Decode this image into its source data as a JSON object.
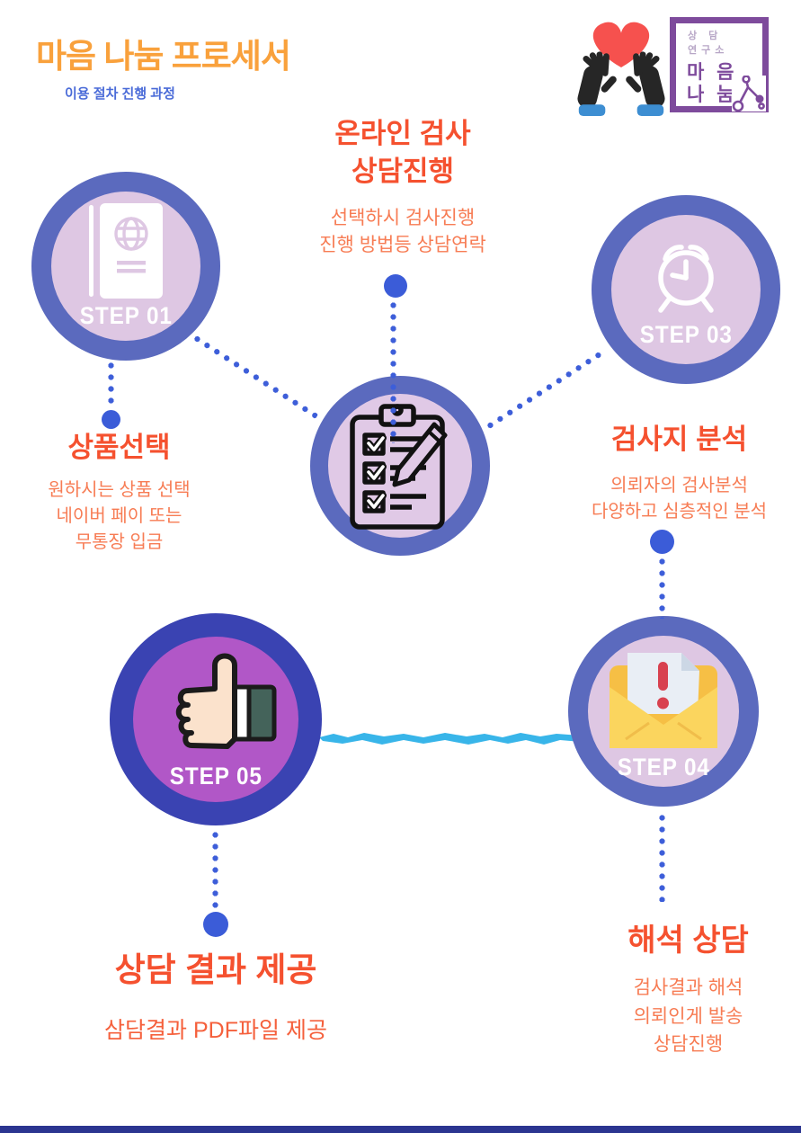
{
  "header": {
    "title": "마음 나눔 프로세서",
    "subtitle": "이용 절차 진행 과정"
  },
  "brand": {
    "icon": "hands-holding-heart-icon",
    "box_small": "상 담\n연구소",
    "box_big": "마 음\n나 눔",
    "accent_purple": "#7e4b9c",
    "heart_red": "#f6514e",
    "cuff_blue": "#3d8ed2"
  },
  "steps": {
    "step1": {
      "label": "STEP 01",
      "icon": "passport-book-icon"
    },
    "step2": {
      "icon": "clipboard-checklist-icon"
    },
    "step3": {
      "label": "STEP 03",
      "icon": "alarm-clock-icon"
    },
    "step4": {
      "label": "STEP 04",
      "icon": "envelope-alert-icon"
    },
    "step5": {
      "label": "STEP 05",
      "icon": "thumbs-up-icon"
    }
  },
  "labels": {
    "online_test": {
      "title_line1": "온라인 검사",
      "title_line2": "상담진행",
      "body_line1": "선택하시 검사진행",
      "body_line2": "진행 방법등 상담연락"
    },
    "product_select": {
      "title": "상품선택",
      "body_line1": "원하시는 상품 선택",
      "body_line2": "네이버 페이 또는",
      "body_line3": "무통장 입금"
    },
    "analysis": {
      "title": "검사지 분석",
      "body_line1": "의뢰자의 검사분석",
      "body_line2": "다양하고 심층적인 분석"
    },
    "result": {
      "title": "상담 결과 제공",
      "body_line1": "삼담결과 PDF파일 제공"
    },
    "interpret": {
      "title": "해석 상담",
      "body_line1": "검사결과 해석",
      "body_line2": "의뢰인게 발송",
      "body_line3": "상담진행"
    }
  },
  "colors": {
    "title_orange": "#f9a13c",
    "subtitle_blue": "#4a6bd8",
    "heading_red_orange": "#f5512f",
    "body_orange": "#f77c54",
    "ring_periwinkle": "#5b6abe",
    "ring_dark_blue": "#3a43b2",
    "fill_light_purple": "#dec7e3",
    "fill_magenta_purple": "#b157c7",
    "dot_blue": "#3b5cd8",
    "brush_cyan": "#38b5e9",
    "footer_navy": "#2b3590"
  }
}
